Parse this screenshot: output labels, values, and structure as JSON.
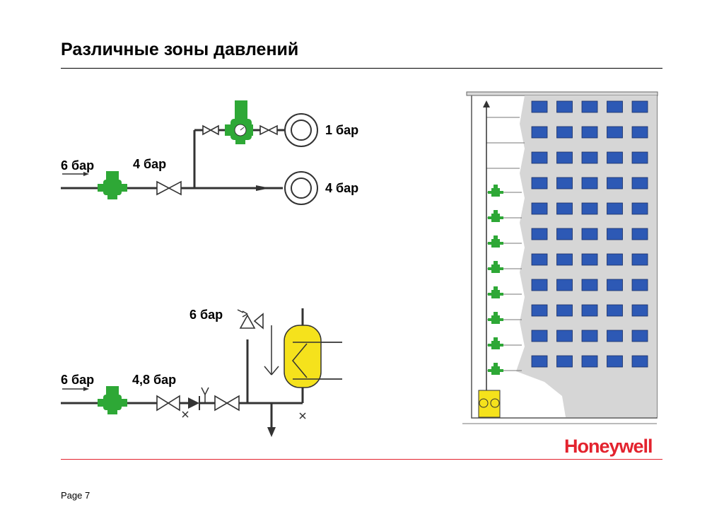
{
  "header": {
    "title": "Различные зоны давлений"
  },
  "diagram_top": {
    "inlet_label": "6 бар",
    "after_reducer_label": "4 бар",
    "zone1_label": "1 бар",
    "zone2_label": "4 бар"
  },
  "diagram_bottom": {
    "inlet_label": "6 бар",
    "after_reducer_label": "4,8 бар",
    "safety_valve_label": "6 бар"
  },
  "colors": {
    "valve_green": "#2ea836",
    "window_blue": "#2d59b5",
    "tank_yellow": "#f5e21c",
    "building_gray": "#d6d6d6",
    "brand_red": "#e3232e"
  },
  "building": {
    "floors": 11,
    "windows_per_floor": 5,
    "reducers": 8
  },
  "footer": {
    "brand": "Honeywell",
    "page": "Page 7"
  }
}
